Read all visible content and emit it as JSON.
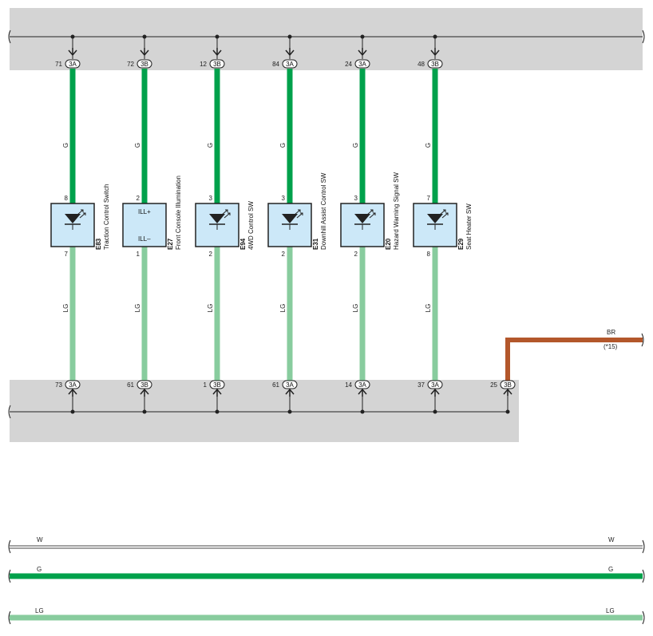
{
  "colors": {
    "block": "#d4d4d4",
    "wire_green": "#00a14b",
    "wire_lightgreen": "#88cc9e",
    "wire_brown": "#b3572b",
    "component_fill": "#cce8f8"
  },
  "columns": [
    {
      "id": "e83",
      "top_pin": "71",
      "top_conn": "3A",
      "top_wire": "G",
      "comp_top_pin": "8",
      "code": "E83",
      "name": "Traction Control Switch",
      "comp_bottom_pin": "7",
      "bottom_wire": "LG",
      "bottom_pin": "73",
      "bottom_conn": "3A",
      "icon": "led-icon"
    },
    {
      "id": "e27",
      "top_pin": "72",
      "top_conn": "3B",
      "top_wire": "G",
      "comp_top_pin": "2",
      "code": "E27",
      "name": "Front Console Illumination",
      "comp_bottom_pin": "1",
      "bottom_wire": "LG",
      "bottom_pin": "61",
      "bottom_conn": "3B",
      "icon": "illumination-box",
      "ill_plus": "ILL+",
      "ill_minus": "ILL–"
    },
    {
      "id": "e94",
      "top_pin": "12",
      "top_conn": "3B",
      "top_wire": "G",
      "comp_top_pin": "3",
      "code": "E94",
      "name": "4WD Control SW",
      "comp_bottom_pin": "2",
      "bottom_wire": "LG",
      "bottom_pin": "1",
      "bottom_conn": "3B",
      "icon": "led-icon"
    },
    {
      "id": "e31",
      "top_pin": "84",
      "top_conn": "3A",
      "top_wire": "G",
      "comp_top_pin": "3",
      "code": "E31",
      "name": "Downhill Assist Control SW",
      "comp_bottom_pin": "2",
      "bottom_wire": "LG",
      "bottom_pin": "61",
      "bottom_conn": "3A",
      "icon": "led-icon"
    },
    {
      "id": "e20",
      "top_pin": "24",
      "top_conn": "3A",
      "top_wire": "G",
      "comp_top_pin": "3",
      "code": "E20",
      "name": "Hazard Warning Signal SW",
      "comp_bottom_pin": "2",
      "bottom_wire": "LG",
      "bottom_pin": "14",
      "bottom_conn": "3A",
      "icon": "led-icon"
    },
    {
      "id": "e29",
      "top_pin": "48",
      "top_conn": "3B",
      "top_wire": "G",
      "comp_top_pin": "7",
      "code": "E29",
      "name": "Seat Heater SW",
      "comp_bottom_pin": "8",
      "bottom_wire": "LG",
      "bottom_pin": "37",
      "bottom_conn": "3A",
      "icon": "led-icon"
    }
  ],
  "extra": {
    "pin": "25",
    "conn": "3B",
    "wire": "BR",
    "note": "(*15)"
  },
  "legend": [
    {
      "wire": "W",
      "left": "W",
      "right": "W"
    },
    {
      "wire": "G",
      "left": "G",
      "right": "G"
    },
    {
      "wire": "LG",
      "left": "LG",
      "right": "LG"
    }
  ]
}
